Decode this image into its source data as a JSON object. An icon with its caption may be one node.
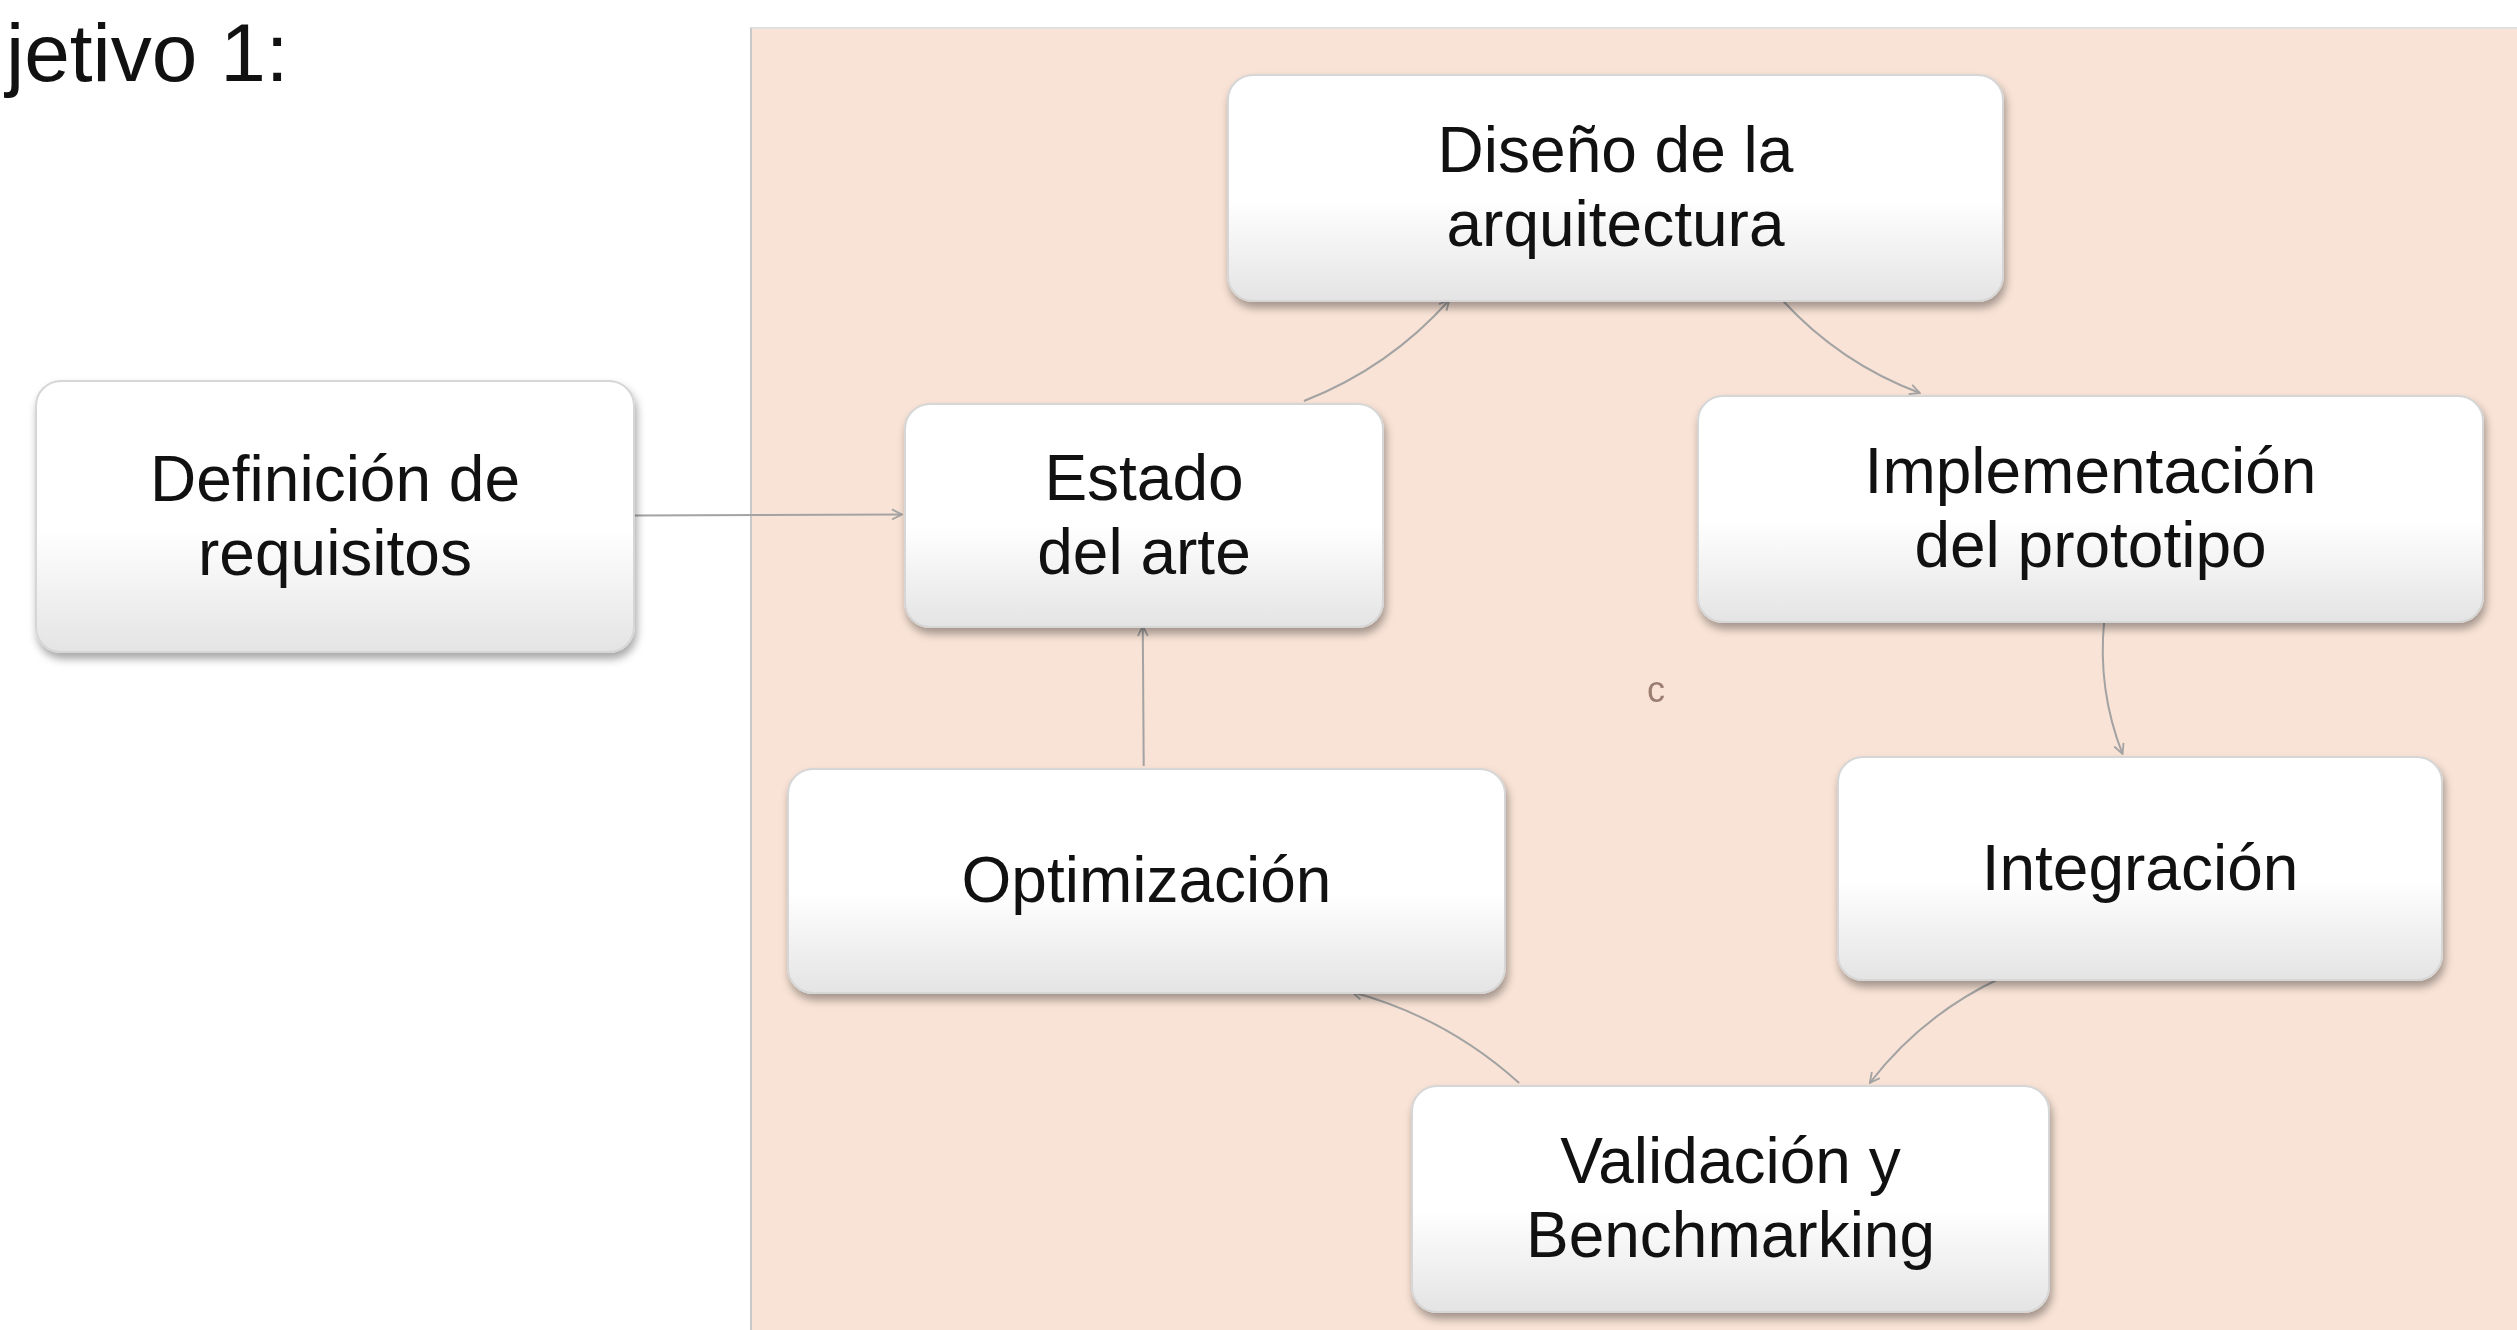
{
  "diagram": {
    "title": "jetivo 1:",
    "nodes": [
      {
        "text": [
          "Definición de requisitos"
        ]
      },
      {
        "text": [
          "c"
        ]
      },
      {
        "text": [
          "Diseño de la arquitectura"
        ],
        "in": 1
      },
      {
        "text": [
          "Estado del arte"
        ],
        "in": 1
      },
      {
        "text": [
          "Implementación del prototipo"
        ],
        "in": 1
      },
      {
        "text": [
          "Integración"
        ],
        "in": 1
      },
      {
        "text": [
          "Optimización"
        ],
        "in": 1
      },
      {
        "text": [
          "Validación y Benchmarking"
        ],
        "in": 1
      }
    ],
    "edges": [
      {
        "from": 0,
        "to": 3,
        "arrow": "to"
      },
      {
        "from": 3,
        "to": 2,
        "arrow": "to"
      },
      {
        "from": 2,
        "to": 4,
        "arrow": "to"
      },
      {
        "from": 4,
        "to": 5,
        "arrow": "to"
      },
      {
        "from": 5,
        "to": 7,
        "arrow": "to"
      },
      {
        "from": 7,
        "to": 6,
        "arrow": "to"
      },
      {
        "from": 6,
        "to": 3,
        "arrow": "to"
      }
    ]
  }
}
